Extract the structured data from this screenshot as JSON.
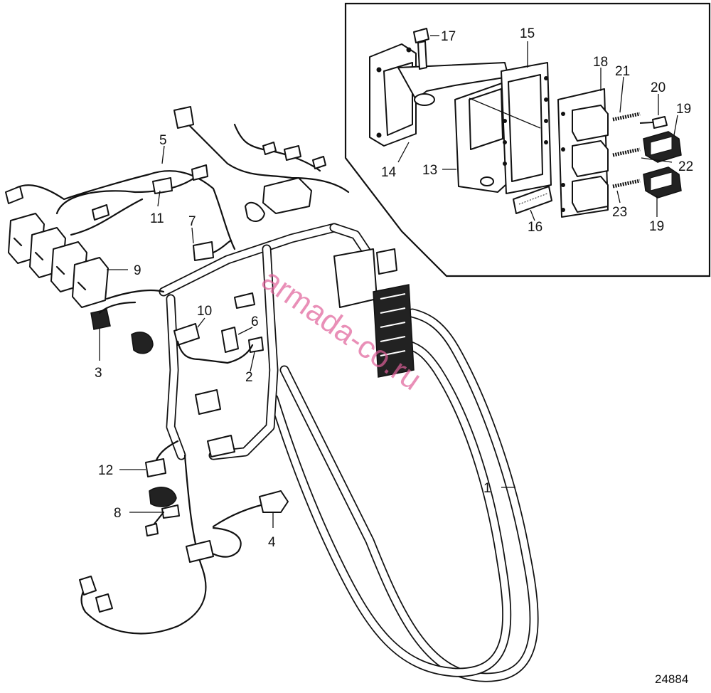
{
  "figure_number": "24884",
  "watermark": "armada-co.ru",
  "callouts": [
    "1",
    "2",
    "3",
    "4",
    "5",
    "6",
    "7",
    "8",
    "9",
    "10",
    "11",
    "12",
    "13",
    "14",
    "15",
    "16",
    "17",
    "18",
    "19",
    "19",
    "20",
    "21",
    "22",
    "23"
  ]
}
